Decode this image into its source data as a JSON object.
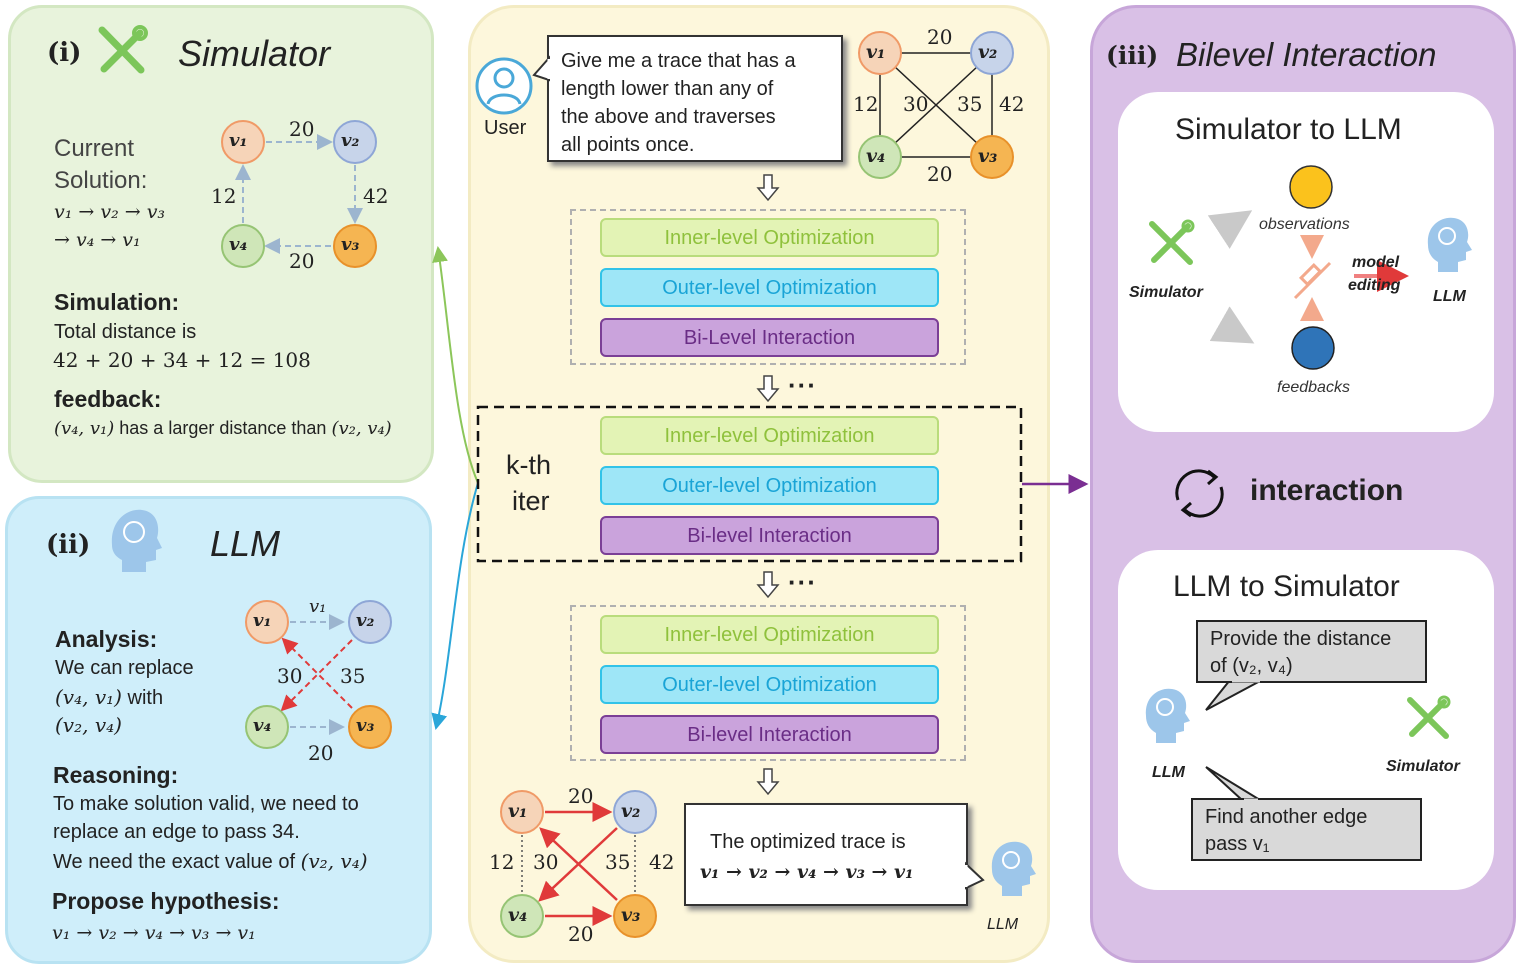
{
  "simulator": {
    "index": "(i)",
    "title": "Simulator",
    "current_solution_label_1": "Current",
    "current_solution_label_2": "Solution:",
    "route_line_1": "v₁ → v₂ → v₃",
    "route_line_2": "→ v₄ → v₁",
    "simulation_label": "Simulation:",
    "simulation_text": "Total distance is",
    "simulation_formula": "42 + 20 + 34 + 12 = 108",
    "feedback_label": "feedback:",
    "feedback_pair_a": "(v₄, v₁)",
    "feedback_text": "has a larger distance than",
    "feedback_pair_b": "(v₂, v₄)",
    "graph": {
      "v1": "v₁",
      "v2": "v₂",
      "v3": "v₃",
      "v4": "v₄",
      "e12": "20",
      "e23": "42",
      "e34": "20",
      "e41": "12"
    }
  },
  "llm": {
    "index": "(ii)",
    "title": "LLM",
    "analysis_label": "Analysis:",
    "analysis_line_1": "We can replace",
    "analysis_pair_a": "(v₄, v₁)",
    "analysis_with": "with",
    "analysis_pair_b": "(v₂, v₄)",
    "reasoning_label": "Reasoning:",
    "reasoning_line_1": "To make solution valid, we need to",
    "reasoning_line_2": "replace an edge to pass 34.",
    "reasoning_line_3": "We need the exact value of",
    "reasoning_pair": "(v₂, v₄)",
    "hypothesis_label": "Propose hypothesis:",
    "hypothesis_route": "v₁ → v₂ → v₄ → v₃ → v₁",
    "graph": {
      "v1": "v₁",
      "v2": "v₂",
      "v3": "v₃",
      "v4": "v₄",
      "e12": "v₁",
      "e_cross_a": "30",
      "e_cross_b": "35",
      "e43": "20"
    }
  },
  "center": {
    "user_label": "User",
    "user_query": [
      "Give me a trace that has a",
      "length lower than any of",
      "the above and traverses",
      "all points once."
    ],
    "top_graph": {
      "v1": "v₁",
      "v2": "v₂",
      "v3": "v₃",
      "v4": "v₄",
      "e12": "20",
      "e43": "20",
      "e14": "12",
      "e23": "42",
      "ea": "30",
      "eb": "35"
    },
    "groups": [
      {
        "inner": "Inner-level Optimization",
        "outer": "Outer-level Optimization",
        "bi": "Bi-Level Interaction"
      },
      {
        "inner": "Inner-level Optimization",
        "outer": "Outer-level Optimization",
        "bi": "Bi-level Interaction"
      },
      {
        "inner": "Inner-level Optimization",
        "outer": "Outer-level Optimization",
        "bi": "Bi-level Interaction"
      }
    ],
    "kth_line_1": "k-th",
    "kth_line_2": "iter",
    "ellipsis": "···",
    "bottom_graph": {
      "v1": "v₁",
      "v2": "v₂",
      "v3": "v₃",
      "v4": "v₄",
      "e12": "20",
      "e43": "20",
      "e14": "12",
      "e23": "42",
      "ea": "30",
      "eb": "35"
    },
    "result_line_1": "The optimized trace is",
    "result_route": "v₁ → v₂ → v₄ → v₃ → v₁",
    "llm_label": "LLM"
  },
  "bilevel": {
    "index": "(iii)",
    "title": "Bilevel Interaction",
    "s2l_title": "Simulator to LLM",
    "observations": "observations",
    "feedbacks": "feedbacks",
    "model_editing_1": "model",
    "model_editing_2": "editing",
    "simulator_label": "Simulator",
    "llm_label": "LLM",
    "interaction": "interaction",
    "l2s_title": "LLM to Simulator",
    "bubble_1_line_1": "Provide the distance",
    "bubble_1_line_2": "of (v₂, v₄)",
    "bubble_2_line_1": "Find another edge",
    "bubble_2_line_2": "pass v₁",
    "llm_label_2": "LLM",
    "simulator_label_2": "Simulator"
  },
  "colors": {
    "v1": "#f6d4b8",
    "v1_stroke": "#f09a67",
    "v2": "#c7d4ea",
    "v2_stroke": "#8ea6d6",
    "v3": "#f5b552",
    "v3_stroke": "#e8912a",
    "v4": "#cfe6b8",
    "v4_stroke": "#96c474",
    "tool_green": "#7cc65a",
    "head_blue": "#9dc6ea",
    "observation_yellow": "#fbc21c",
    "feedback_blue": "#2f74b8"
  }
}
